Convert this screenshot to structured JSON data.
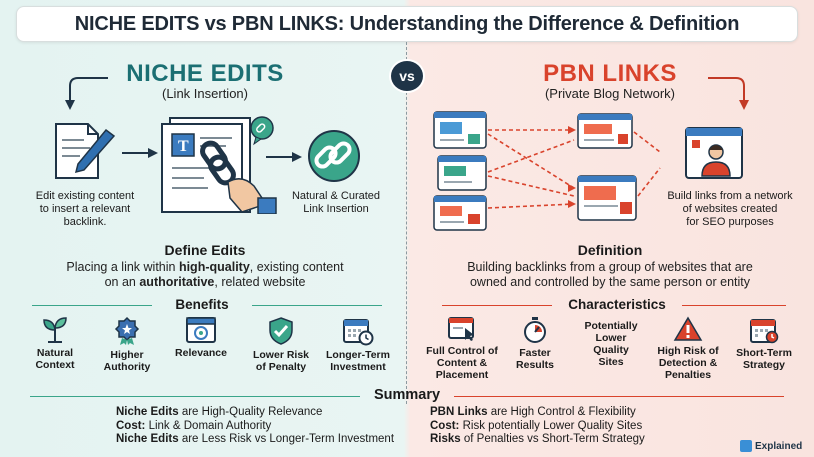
{
  "title": "NICHE EDITS vs PBN LINKS: Understanding the Difference & Definition",
  "vs": "vs",
  "left": {
    "heading": "NICHE EDITS",
    "subheading": "(Link Insertion)",
    "caption_edit": [
      "Edit existing content",
      "to insert a relevant",
      "backlink."
    ],
    "caption_natural": [
      "Natural & Curated",
      "Link Insertion"
    ],
    "define_title": "Define Edits",
    "define_line1_pre": "Placing a link within ",
    "define_line1_bold": "high-quality",
    "define_line1_post": ", existing content",
    "define_line2_pre": "on an ",
    "define_line2_bold": "authoritative",
    "define_line2_post": ", related website",
    "benefits_title": "Benefits",
    "benefits": [
      {
        "icon": "plant-icon",
        "label": [
          "Natural",
          "Context"
        ]
      },
      {
        "icon": "medal-icon",
        "label": [
          "Higher",
          "Authority"
        ]
      },
      {
        "icon": "browser-target-icon",
        "label": [
          "Relevance"
        ]
      },
      {
        "icon": "shield-check-icon",
        "label": [
          "Lower Risk",
          "of Penalty"
        ]
      },
      {
        "icon": "calendar-clock-icon",
        "label": [
          "Longer-Term",
          "Investment"
        ]
      }
    ],
    "accent": "#1b6f73"
  },
  "right": {
    "heading": "PBN LINKS",
    "subheading": "(Private Blog Network)",
    "caption_build": [
      "Build links from a network",
      "of websites created",
      "for SEO purposes"
    ],
    "definition_title": "Definition",
    "definition_line1": "Building backlinks from a group of websites that are",
    "definition_line2": "owned and controlled by the same person or entity",
    "characteristics_title": "Characteristics",
    "characteristics": [
      {
        "icon": "browser-cursor-icon",
        "label": [
          "Full Control of",
          "Content &",
          "Placement"
        ]
      },
      {
        "icon": "stopwatch-icon",
        "label": [
          "Faster",
          "Results"
        ]
      },
      {
        "icon": "none",
        "label": [
          "Potentially",
          "Lower",
          "Quality",
          "Sites"
        ]
      },
      {
        "icon": "warning-icon",
        "label": [
          "High Risk of",
          "Detection &",
          "Penalties"
        ]
      },
      {
        "icon": "calendar-icon",
        "label": [
          "Short-Term",
          "Strategy"
        ]
      }
    ],
    "accent": "#d9432c"
  },
  "summary": {
    "title": "Summary",
    "left_lines": [
      {
        "bold": "Niche Edits",
        "rest": " are High-Quality Relevance"
      },
      {
        "bold": "Cost:",
        "rest": " Link & Domain Authority"
      },
      {
        "bold": "Niche Edits",
        "rest": " are Less Risk vs Longer-Term Investment"
      }
    ],
    "right_lines": [
      {
        "bold": "PBN Links",
        "rest": " are High Control & Flexibility"
      },
      {
        "bold": "Cost:",
        "rest": " Risk potentially Lower Quality Sites"
      },
      {
        "bold": "Risks",
        "rest": " of Penalties vs Short-Term Strategy"
      }
    ]
  },
  "brand": "Explained",
  "colors": {
    "teal": "#1b6f73",
    "red": "#d9432c",
    "navy": "#1f3447",
    "green": "#3aa58a"
  }
}
